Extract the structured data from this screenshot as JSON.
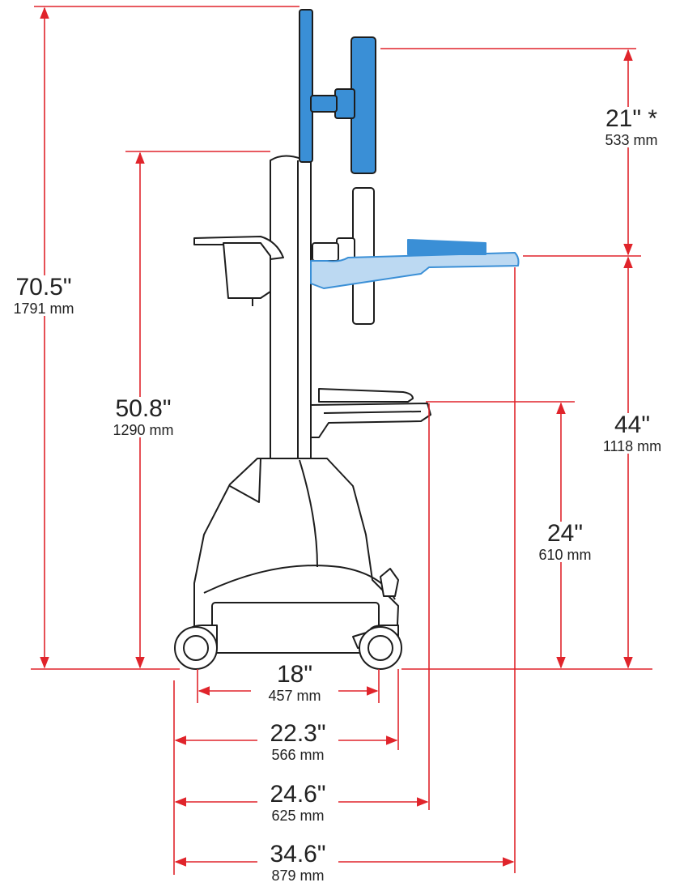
{
  "colors": {
    "dimension_line": "#e0242b",
    "cart_outline": "#1d1d1d",
    "cart_fill": "#ffffff",
    "adjustable_blue": "#3a8fd6",
    "adjustable_blue_light": "#bcd9f2"
  },
  "dimensions": {
    "overall_height": {
      "inches": "70.5\"",
      "mm": "1791 mm"
    },
    "column_height": {
      "inches": "50.8\"",
      "mm": "1290 mm"
    },
    "monitor_travel": {
      "inches": "21\" *",
      "mm": "533 mm"
    },
    "worksurface_height_max": {
      "inches": "44\"",
      "mm": "1118 mm"
    },
    "keyboard_height": {
      "inches": "24\"",
      "mm": "610 mm"
    },
    "wheelbase": {
      "inches": "18\"",
      "mm": "457 mm"
    },
    "base_depth": {
      "inches": "22.3\"",
      "mm": "566 mm"
    },
    "keyboard_depth": {
      "inches": "24.6\"",
      "mm": "625 mm"
    },
    "overall_depth": {
      "inches": "34.6\"",
      "mm": "879 mm"
    }
  }
}
